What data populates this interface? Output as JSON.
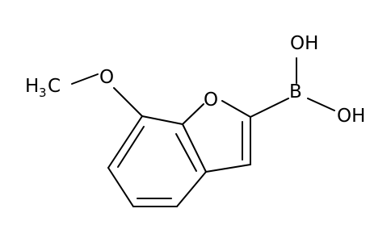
{
  "molecule": {
    "labels": {
      "methyl": {
        "main": "H",
        "sub": "3",
        "tail": "C"
      },
      "ether_oxygen": "O",
      "ring_oxygen": "O",
      "boron": "B",
      "hydroxyl_top": "OH",
      "hydroxyl_right": "OH"
    },
    "colors": {
      "bond": "#000000",
      "text": "#000000",
      "background": "#ffffff"
    }
  }
}
